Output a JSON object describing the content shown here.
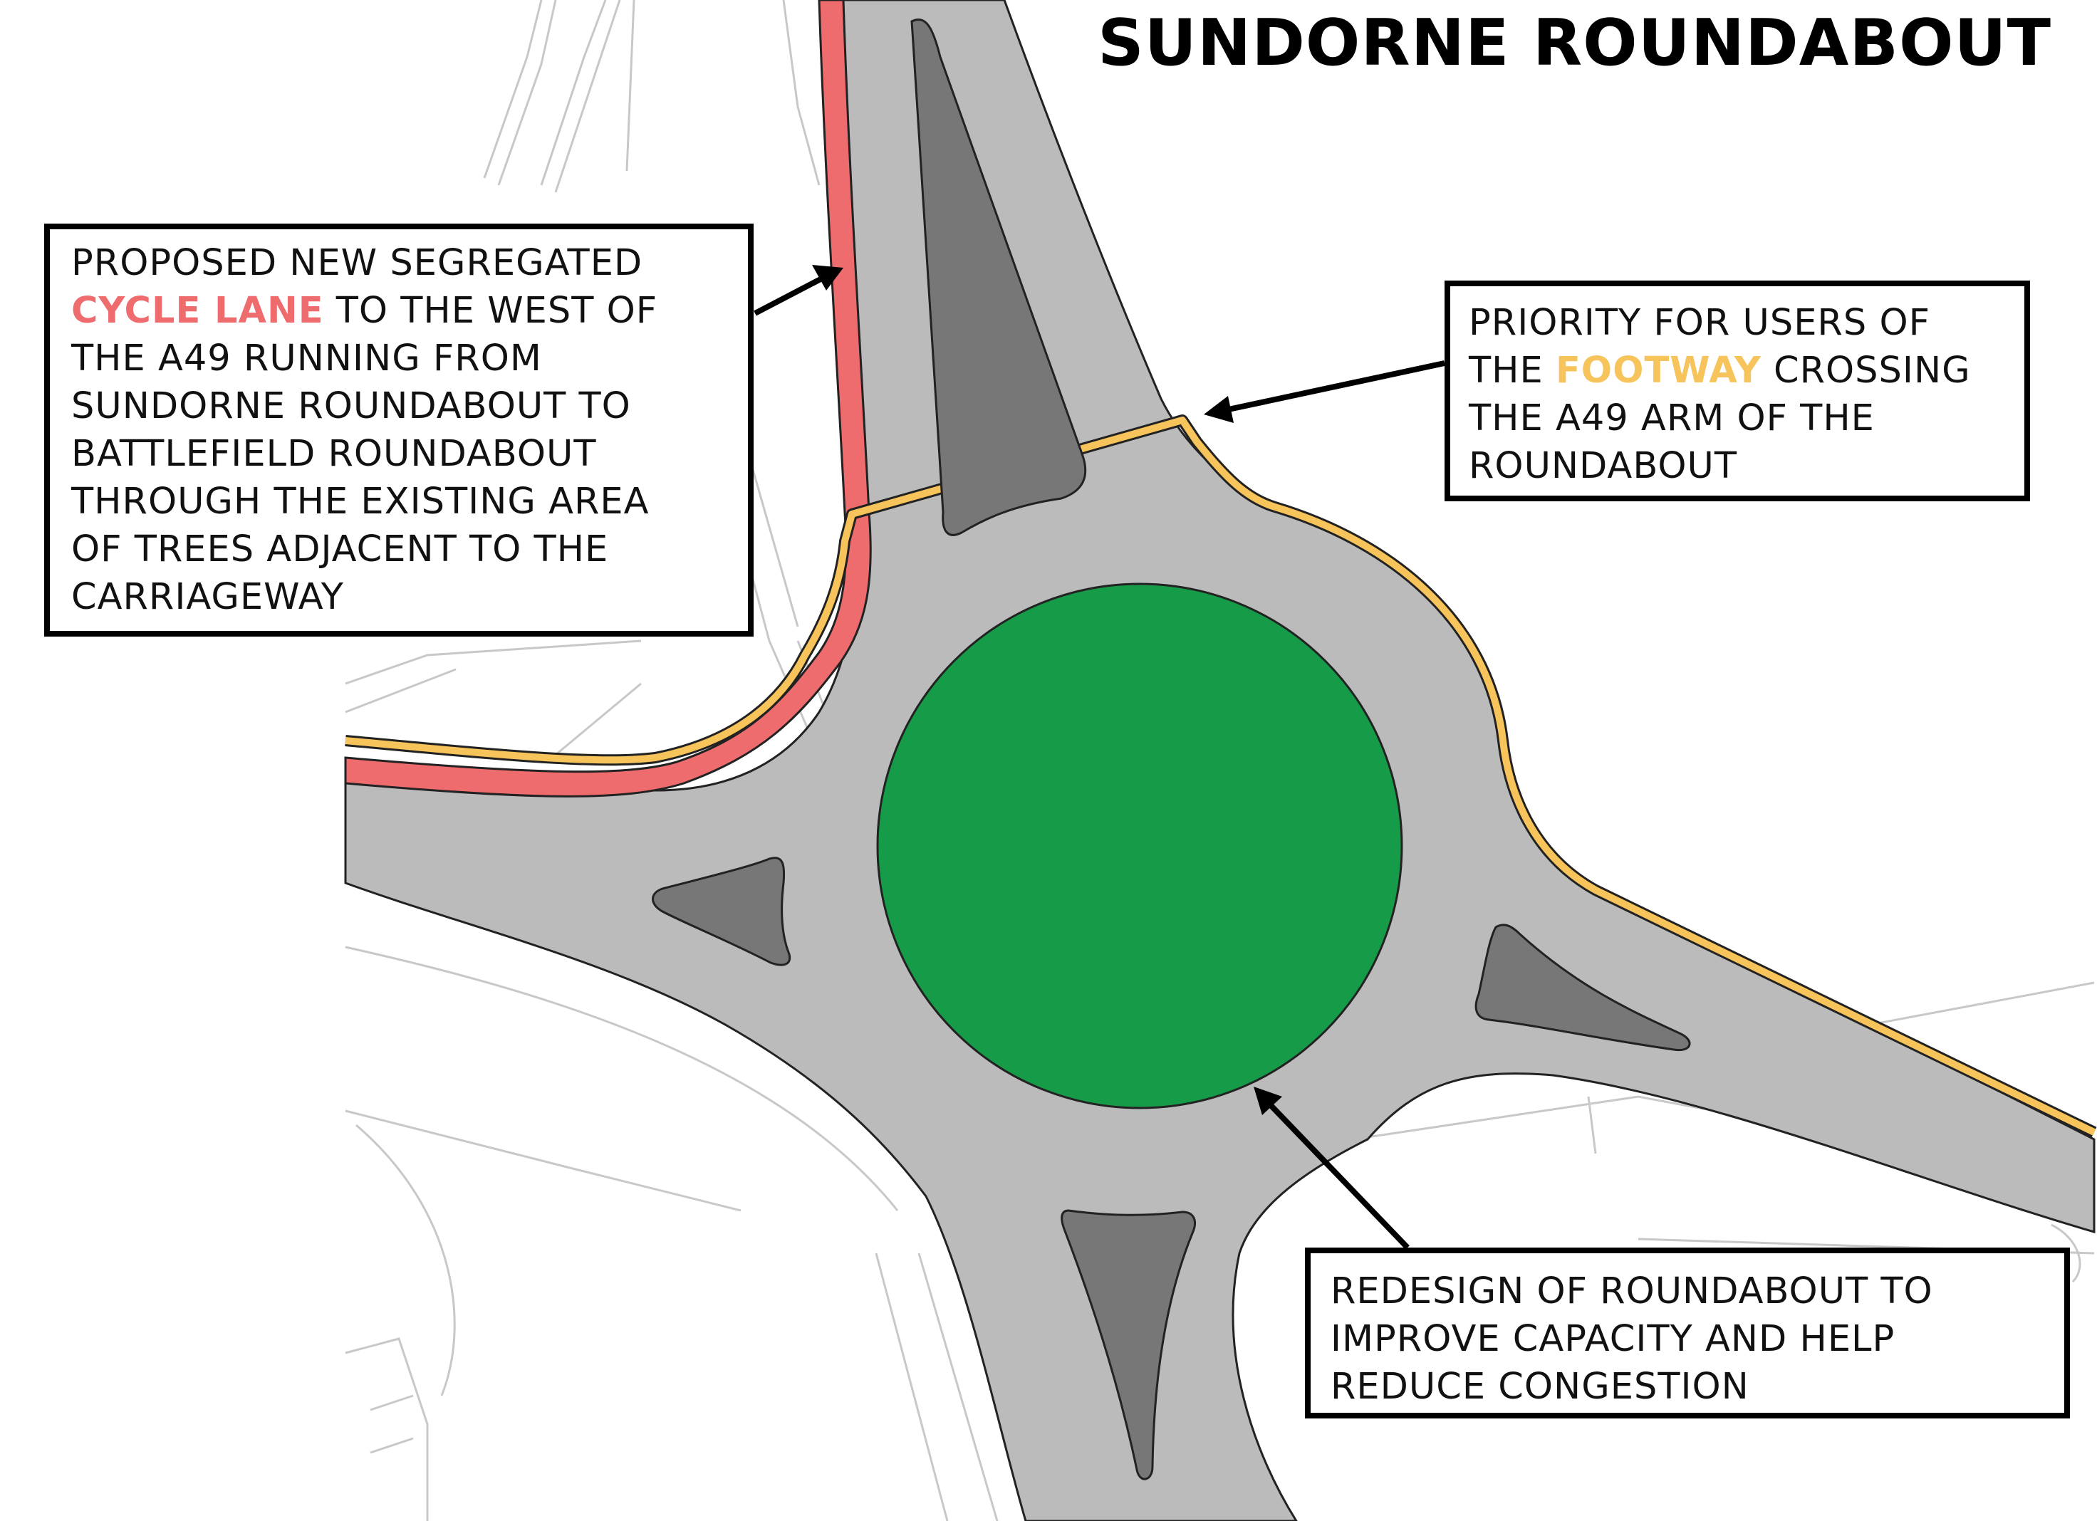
{
  "title": "SUNDORNE ROUNDABOUT",
  "callouts": {
    "cycle_lane": {
      "line1": "PROPOSED NEW SEGREGATED",
      "highlight": "CYCLE LANE",
      "line2_rest": " TO THE WEST OF",
      "line3": "THE A49 RUNNING FROM",
      "line4": "SUNDORNE ROUNDABOUT TO",
      "line5": "BATTLEFIELD ROUNDABOUT",
      "line6": "THROUGH THE EXISTING AREA",
      "line7": "OF TREES ADJACENT TO THE",
      "line8": "CARRIAGEWAY"
    },
    "footway": {
      "line1": "PRIORITY FOR USERS OF",
      "line2_pre": "THE ",
      "highlight": "FOOTWAY",
      "line2_post": " CROSSING",
      "line3": "THE A49 ARM OF THE",
      "line4": "ROUNDABOUT"
    },
    "redesign": {
      "line1": "REDESIGN OF ROUNDABOUT TO",
      "line2": "IMPROVE CAPACITY AND HELP",
      "line3": "REDUCE CONGESTION"
    }
  },
  "colors": {
    "road": "#bbbbbb",
    "island": "#777777",
    "central_island": "#169b48",
    "cycle_lane": "#ee6b6e",
    "footway": "#f7c35b",
    "base_lines": "#c8c8c8"
  }
}
